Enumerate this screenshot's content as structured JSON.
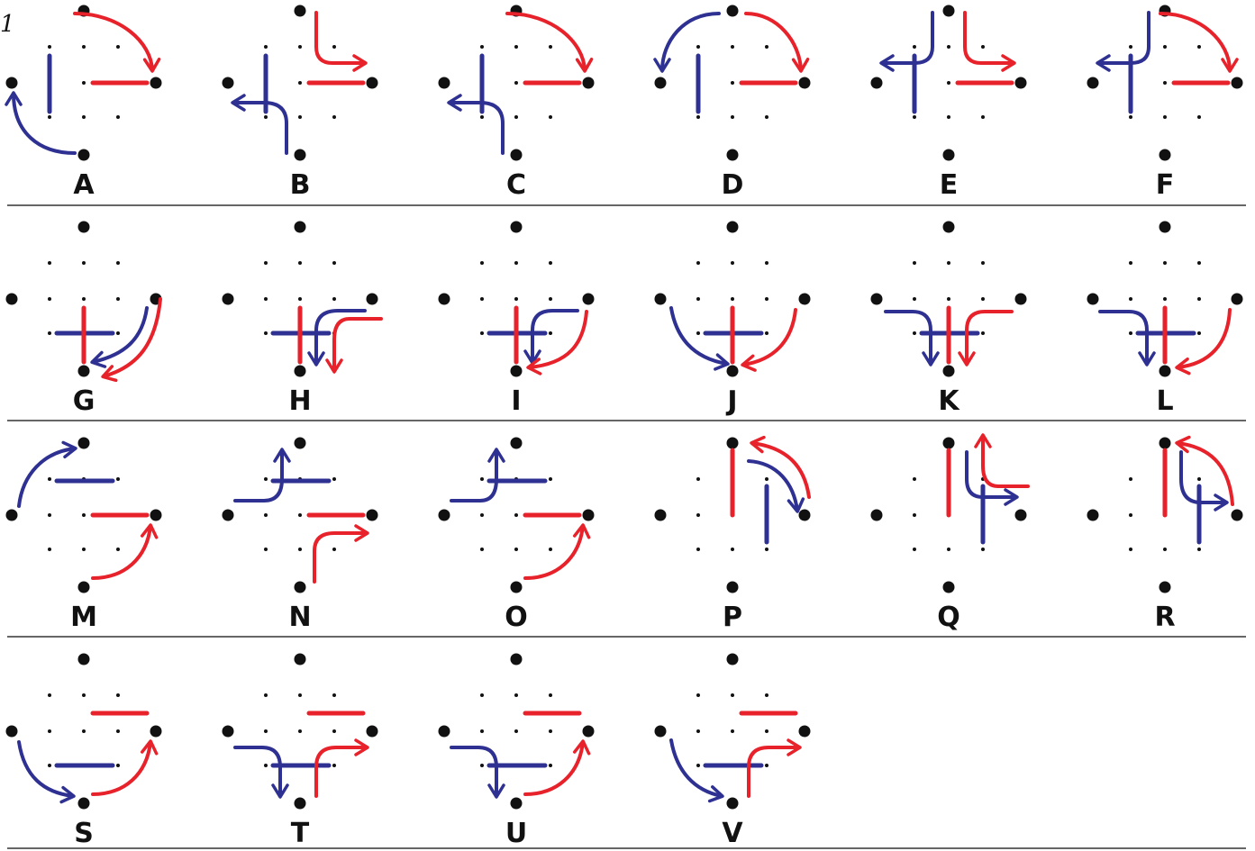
{
  "page_number": "1",
  "colors": {
    "red": "#e8222b",
    "blue": "#2e3192",
    "dot": "#111111",
    "divider": "#333333"
  },
  "panels": [
    {
      "label": "A"
    },
    {
      "label": "B"
    },
    {
      "label": "C"
    },
    {
      "label": "D"
    },
    {
      "label": "E"
    },
    {
      "label": "F"
    },
    {
      "label": "G"
    },
    {
      "label": "H"
    },
    {
      "label": "I"
    },
    {
      "label": "J"
    },
    {
      "label": "K"
    },
    {
      "label": "L"
    },
    {
      "label": "M"
    },
    {
      "label": "N"
    },
    {
      "label": "O"
    },
    {
      "label": "P"
    },
    {
      "label": "Q"
    },
    {
      "label": "R"
    },
    {
      "label": "S"
    },
    {
      "label": "T"
    },
    {
      "label": "U"
    },
    {
      "label": "V"
    }
  ]
}
